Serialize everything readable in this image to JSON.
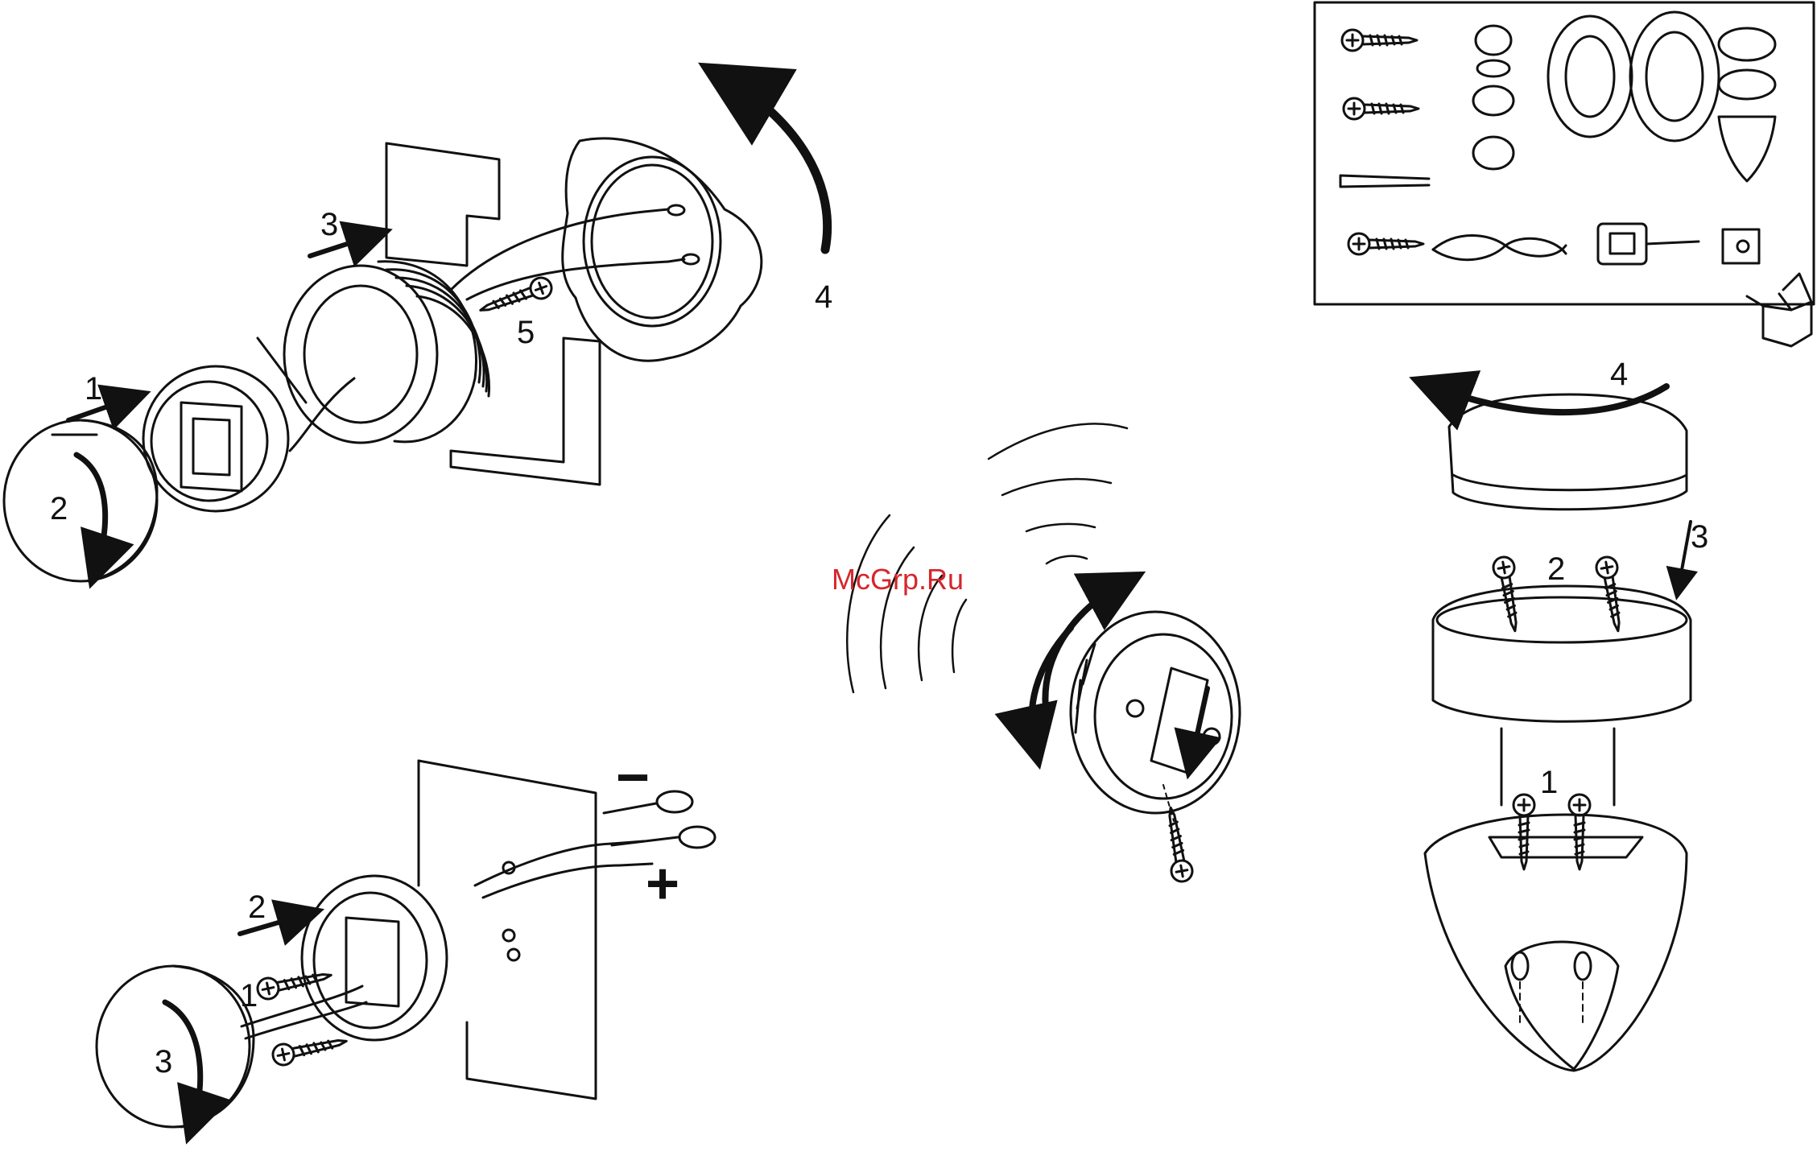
{
  "watermark": "McGrp.Ru",
  "steps": {
    "tweeter_surface": [
      "1",
      "2",
      "3",
      "4",
      "5"
    ],
    "tweeter_flush": [
      "1",
      "2",
      "3"
    ],
    "tweeter_pod": [
      "1",
      "2",
      "3",
      "4"
    ]
  },
  "polarity": {
    "negative": "−",
    "positive": "+"
  },
  "colors": {
    "line": "#111111",
    "watermark": "#d6262b",
    "background": "#ffffff"
  },
  "icons": [
    "screw-icon",
    "speaker-icon",
    "cable-icon",
    "crossover-icon",
    "clip-icon",
    "open-box-icon"
  ]
}
